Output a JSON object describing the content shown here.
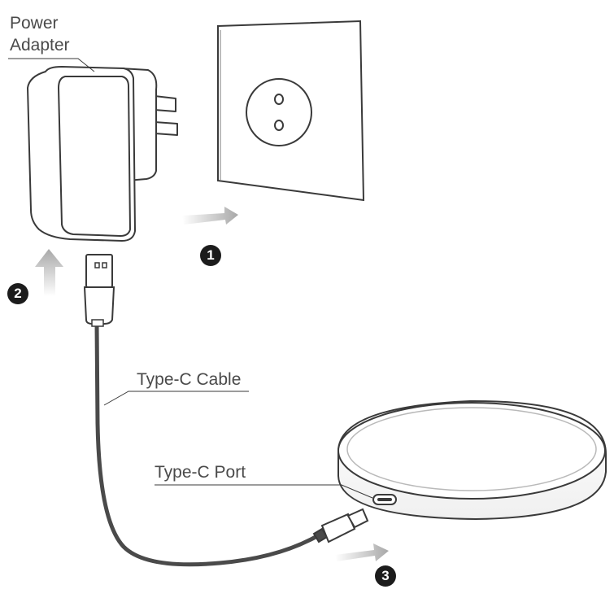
{
  "labels": {
    "power_adapter_line1": "Power",
    "power_adapter_line2": "Adapter",
    "type_c_cable": "Type-C Cable",
    "type_c_port": "Type-C Port"
  },
  "steps": [
    "1",
    "2",
    "3"
  ],
  "colors": {
    "line": "#3a3a3a",
    "arrow": "#b5b5b5",
    "cable": "#4a4a4a",
    "step_badge": "#1c1c1c"
  }
}
